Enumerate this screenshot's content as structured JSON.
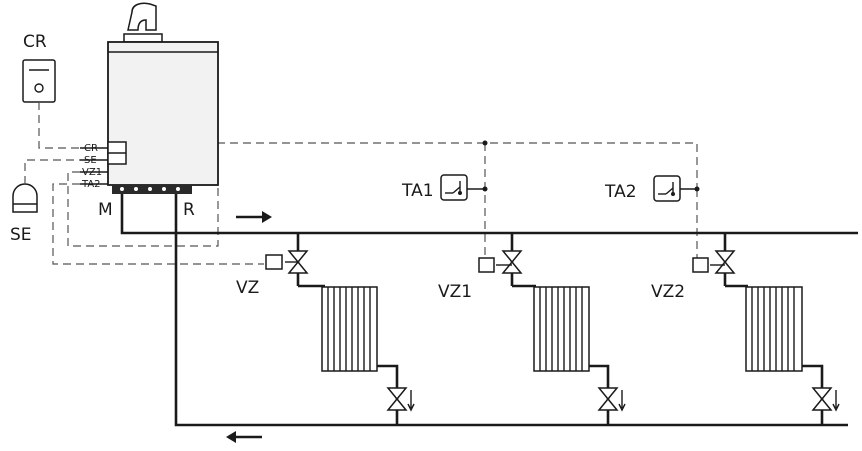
{
  "labels": {
    "cr": "CR",
    "se": "SE",
    "m": "M",
    "r": "R",
    "ta1": "TA1",
    "ta2": "TA2",
    "vz": "VZ",
    "vz1": "VZ1",
    "vz2": "VZ2"
  },
  "terminals": [
    "CR",
    "SE",
    "VZ1",
    "TA2"
  ],
  "colors": {
    "line": "#1a1a1a",
    "dashed": "#555555",
    "boiler_fill": "#f2f2f2"
  }
}
